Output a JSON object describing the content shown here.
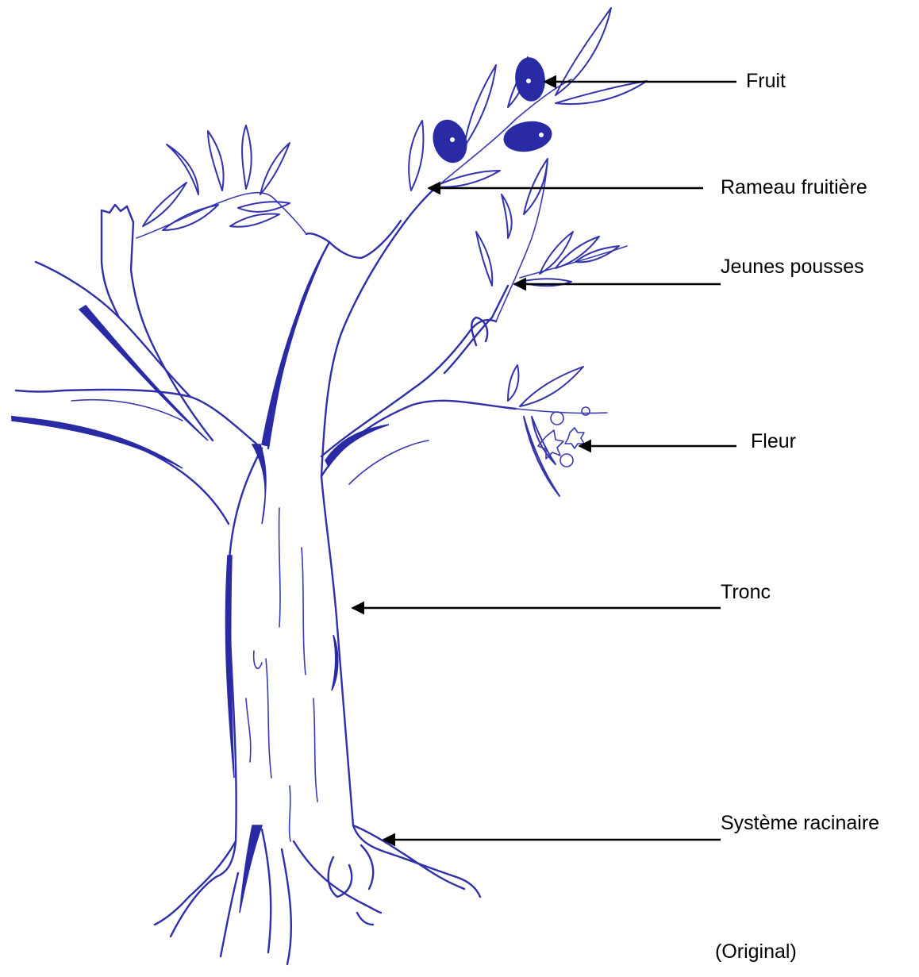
{
  "labels": {
    "fruit": "Fruit",
    "rameau": "Rameau fruitière",
    "pousses": "Jeunes pousses",
    "fleur": "Fleur",
    "tronc": "Tronc",
    "racines": "Système racinaire",
    "source": "(Original)"
  },
  "colors": {
    "ink": "#2f2fa8",
    "label_text": "#000000"
  }
}
